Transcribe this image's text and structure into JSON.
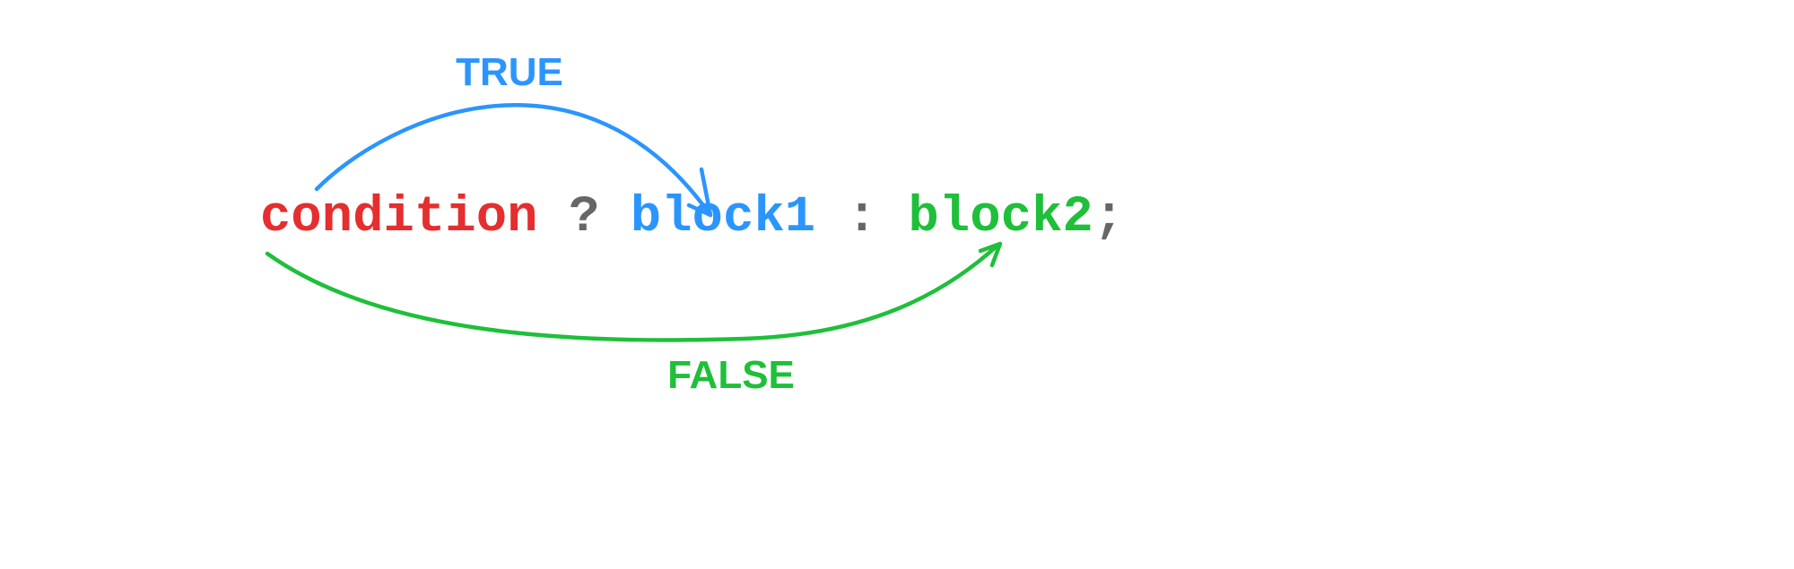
{
  "tokens": {
    "condition": "condition",
    "question": "?",
    "block1": "block1",
    "colon": ":",
    "block2": "block2",
    "semicolon": ";"
  },
  "labels": {
    "true": "TRUE",
    "false": "FALSE"
  },
  "colors": {
    "condition": "#e52e2e",
    "true": "#2b95ff",
    "false": "#1fbf3a",
    "operator": "#666666"
  }
}
